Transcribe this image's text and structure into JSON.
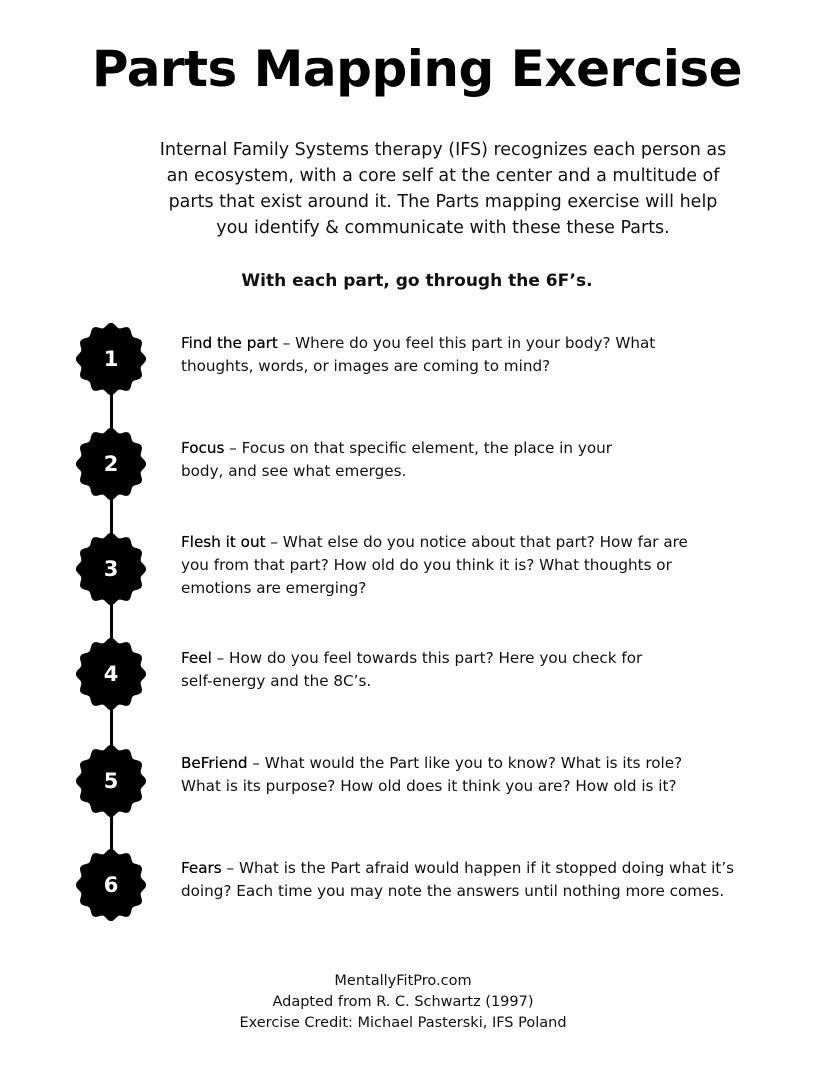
{
  "title": "Parts Mapping Exercise",
  "intro_lines": [
    "Internal Family Systems therapy (IFS) recognizes each person as",
    "an ecosystem, with a core self at the center and a multitude of",
    "parts that exist around it. The Parts mapping exercise will help",
    "you identify & communicate with these these Parts."
  ],
  "subheading": "With each part, go through the 6F’s.",
  "steps": [
    {
      "number": "1",
      "title": "Find the part",
      "first": " – Where do you feel this part in your body? What",
      "rest": [
        "thoughts, words, or images are coming to mind?"
      ]
    },
    {
      "number": "2",
      "title": "Focus",
      "first": " – Focus on that specific element, the place in your",
      "rest": [
        "body, and see what emerges."
      ]
    },
    {
      "number": "3",
      "title": "Flesh it out",
      "first": " – What else do you notice about that part? How far are",
      "rest": [
        "you from that part? How old do you think it is? What thoughts or",
        "emotions are emerging?"
      ]
    },
    {
      "number": "4",
      "title": "Feel",
      "first": " – How do you feel towards this part? Here you check for",
      "rest": [
        "self-energy and the 8C’s."
      ]
    },
    {
      "number": "5",
      "title": "BeFriend",
      "first": " – What would the Part like you to know? What is its role?",
      "rest": [
        "What is its purpose? How old does it think you are? How old is it?"
      ]
    },
    {
      "number": "6",
      "title": "Fears",
      "first": " – What is the Part afraid would happen if it stopped doing what it’s",
      "rest": [
        "doing? Each time you may note the answers until nothing more comes."
      ]
    }
  ],
  "footer": {
    "site": "MentallyFitPro.com",
    "adapted": "Adapted from R. C. Schwartz (1997)",
    "credit": "Exercise Credit: Michael Pasterski, IFS Poland"
  }
}
